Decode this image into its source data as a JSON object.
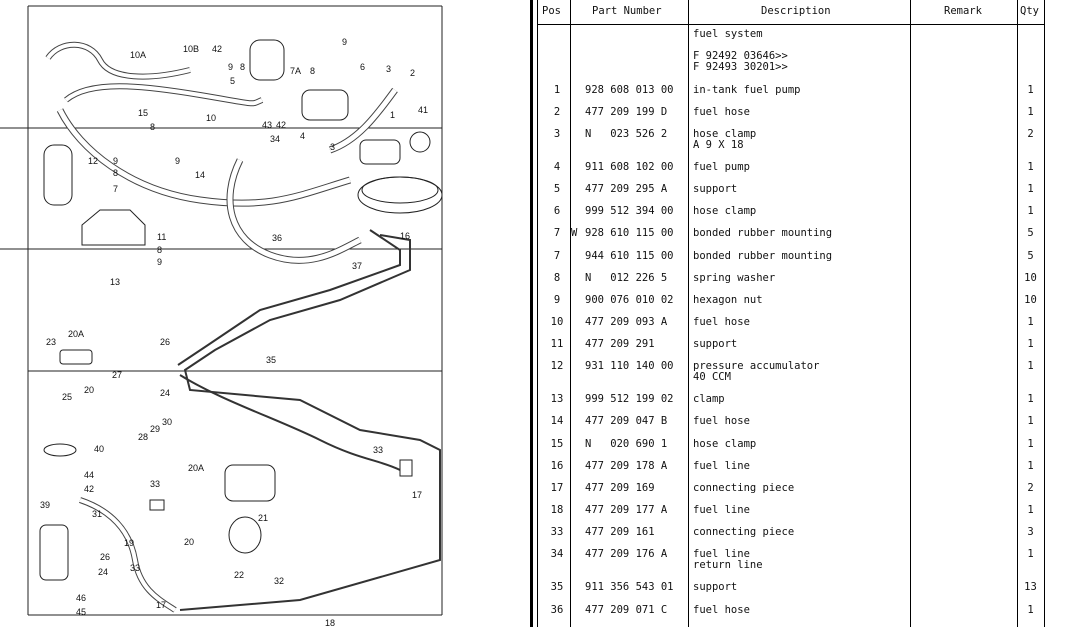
{
  "diagram": {
    "callouts": [
      "10A",
      "10B",
      "42",
      "9",
      "8",
      "7A",
      "8",
      "9",
      "6",
      "3",
      "2",
      "5",
      "15",
      "8",
      "9",
      "10",
      "43",
      "42",
      "4",
      "41",
      "1",
      "12",
      "9",
      "8",
      "7",
      "14",
      "34",
      "3",
      "11",
      "8",
      "9",
      "13",
      "36",
      "37",
      "16",
      "35",
      "23",
      "20A",
      "26",
      "25",
      "20",
      "27",
      "24",
      "28",
      "29",
      "30",
      "40",
      "44",
      "42",
      "39",
      "31",
      "33",
      "20A",
      "21",
      "33",
      "17",
      "20",
      "26",
      "19",
      "24",
      "33",
      "22",
      "32",
      "46",
      "45",
      "17",
      "18"
    ]
  },
  "table": {
    "headers": {
      "pos": "Pos",
      "part": "Part Number",
      "desc": "Description",
      "remark": "Remark",
      "qty": "Qty"
    },
    "rows": [
      {
        "pos": "",
        "mark": "",
        "part": "",
        "desc": "fuel system\n\nF 92492 03646>>\nF 92493 30201>>",
        "qty": ""
      },
      {
        "pos": "1",
        "mark": "",
        "part": "928 608 013 00",
        "desc": "in-tank fuel pump",
        "qty": "1"
      },
      {
        "pos": "2",
        "mark": "",
        "part": "477 209 199 D",
        "desc": "fuel hose",
        "qty": "1"
      },
      {
        "pos": "3",
        "mark": "",
        "part": "N   023 526 2",
        "desc": "hose clamp\nA 9 X 18",
        "qty": "2"
      },
      {
        "pos": "4",
        "mark": "",
        "part": "911 608 102 00",
        "desc": "fuel pump",
        "qty": "1"
      },
      {
        "pos": "5",
        "mark": "",
        "part": "477 209 295 A",
        "desc": "support",
        "qty": "1"
      },
      {
        "pos": "6",
        "mark": "",
        "part": "999 512 394 00",
        "desc": "hose clamp",
        "qty": "1"
      },
      {
        "pos": "7",
        "mark": "W",
        "part": "928 610 115 00",
        "desc": "bonded rubber mounting",
        "qty": "5"
      },
      {
        "pos": "7",
        "mark": "",
        "part": "944 610 115 00",
        "desc": "bonded rubber mounting",
        "qty": "5"
      },
      {
        "pos": "8",
        "mark": "",
        "part": "N   012 226 5",
        "desc": "spring washer",
        "qty": "10"
      },
      {
        "pos": "9",
        "mark": "",
        "part": "900 076 010 02",
        "desc": "hexagon nut",
        "qty": "10"
      },
      {
        "pos": "10",
        "mark": "",
        "part": "477 209 093 A",
        "desc": "fuel hose",
        "qty": "1"
      },
      {
        "pos": "11",
        "mark": "",
        "part": "477 209 291",
        "desc": "support",
        "qty": "1"
      },
      {
        "pos": "12",
        "mark": "",
        "part": "931 110 140 00",
        "desc": "pressure accumulator\n40 CCM",
        "qty": "1"
      },
      {
        "pos": "13",
        "mark": "",
        "part": "999 512 199 02",
        "desc": "clamp",
        "qty": "1"
      },
      {
        "pos": "14",
        "mark": "",
        "part": "477 209 047 B",
        "desc": "fuel hose",
        "qty": "1"
      },
      {
        "pos": "15",
        "mark": "",
        "part": "N   020 690 1",
        "desc": "hose clamp",
        "qty": "1"
      },
      {
        "pos": "16",
        "mark": "",
        "part": "477 209 178 A",
        "desc": "fuel line",
        "qty": "1"
      },
      {
        "pos": "17",
        "mark": "",
        "part": "477 209 169",
        "desc": "connecting piece",
        "qty": "2"
      },
      {
        "pos": "18",
        "mark": "",
        "part": "477 209 177 A",
        "desc": "fuel line",
        "qty": "1"
      },
      {
        "pos": "33",
        "mark": "",
        "part": "477 209 161",
        "desc": "connecting piece",
        "qty": "3"
      },
      {
        "pos": "34",
        "mark": "",
        "part": "477 209 176 A",
        "desc": "fuel line\nreturn line",
        "qty": "1"
      },
      {
        "pos": "35",
        "mark": "",
        "part": "911 356 543 01",
        "desc": "support",
        "qty": "13"
      },
      {
        "pos": "36",
        "mark": "",
        "part": "477 209 071 C",
        "desc": "fuel hose",
        "qty": "1"
      }
    ]
  }
}
